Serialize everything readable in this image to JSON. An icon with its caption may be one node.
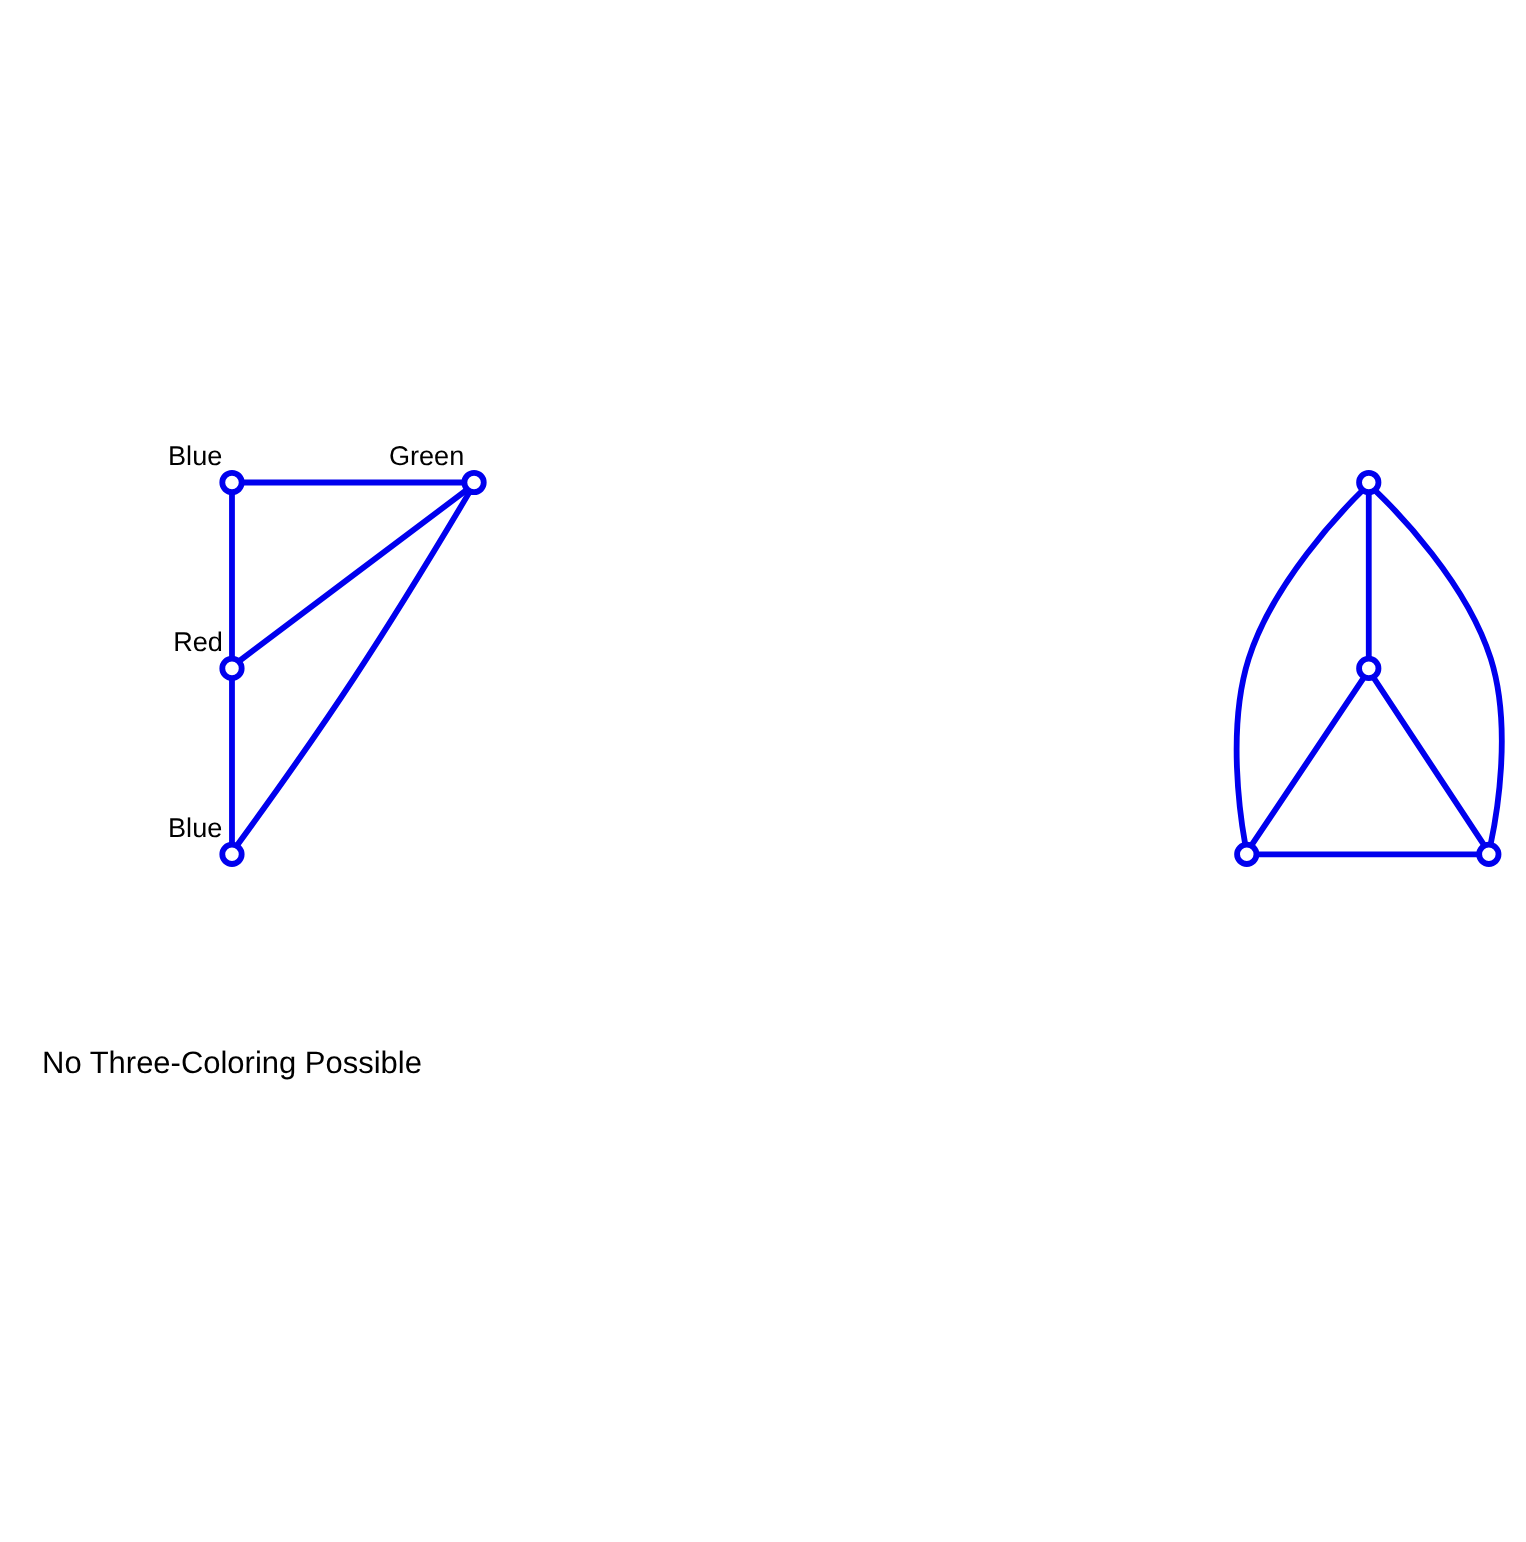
{
  "diagram": {
    "nodes": [
      {
        "text": [],
        "shape": "circle",
        "beside": [
          "Green"
        ]
      },
      {
        "text": [],
        "shape": "circle",
        "beside": [
          "Blue"
        ]
      },
      {
        "text": [],
        "shape": "circle",
        "beside": [
          "Red"
        ]
      },
      {
        "text": [],
        "shape": "circle",
        "beside": [
          "Blue"
        ]
      },
      {
        "text": [],
        "shape": "circle"
      },
      {
        "text": [],
        "shape": "circle"
      },
      {
        "text": [],
        "shape": "circle"
      },
      {
        "text": [],
        "shape": "circle"
      }
    ],
    "edges": [
      {
        "from": 0,
        "to": 1,
        "arrow": "none"
      },
      {
        "from": 0,
        "to": 2,
        "arrow": "none"
      },
      {
        "from": 1,
        "to": 2,
        "arrow": "none"
      },
      {
        "from": 0,
        "to": 3,
        "arrow": "none"
      },
      {
        "from": 2,
        "to": 3,
        "arrow": "none"
      },
      {
        "from": 4,
        "to": 5,
        "arrow": "none"
      },
      {
        "from": 4,
        "to": 6,
        "arrow": "none"
      },
      {
        "from": 4,
        "to": 7,
        "arrow": "none"
      },
      {
        "from": 5,
        "to": 6,
        "arrow": "none"
      },
      {
        "from": 5,
        "to": 7,
        "arrow": "none"
      },
      {
        "from": 6,
        "to": 7,
        "arrow": "none"
      }
    ],
    "labels": [
      "No Three-Coloring Possible"
    ]
  }
}
